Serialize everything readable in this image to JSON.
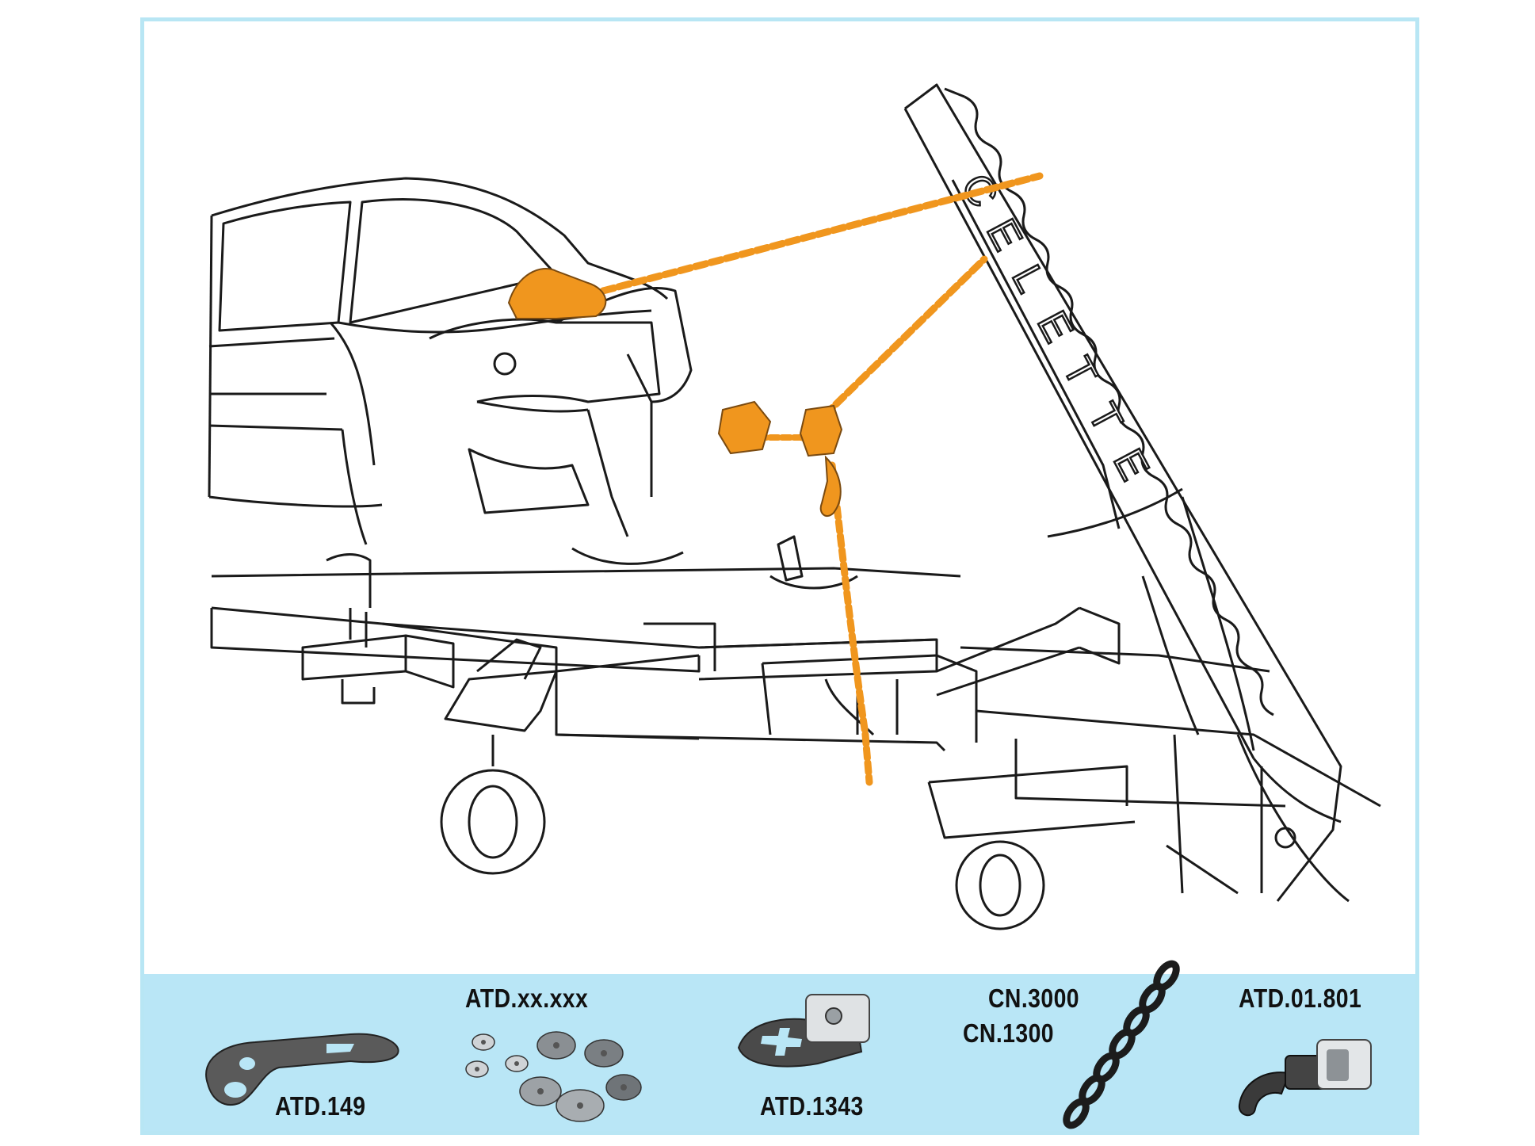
{
  "brand": {
    "letters": [
      "C",
      "E",
      "L",
      "E",
      "T",
      "T",
      "E"
    ]
  },
  "parts": [
    {
      "code": "ATD.149",
      "icon": "clamp-plate-icon"
    },
    {
      "code": "ATD.xx.xxx",
      "icon": "washers-icon"
    },
    {
      "code": "ATD.1343",
      "icon": "clamp-adapter-icon"
    },
    {
      "code": "CN.3000",
      "icon": "chain-icon"
    },
    {
      "code": "CN.1300",
      "icon": "chain-icon"
    },
    {
      "code": "ATD.01.801",
      "icon": "hook-shortener-icon"
    }
  ],
  "colors": {
    "accent_orange": "#f0961e",
    "band_blue": "#b9e6f6",
    "line": "#1a1a1a"
  }
}
